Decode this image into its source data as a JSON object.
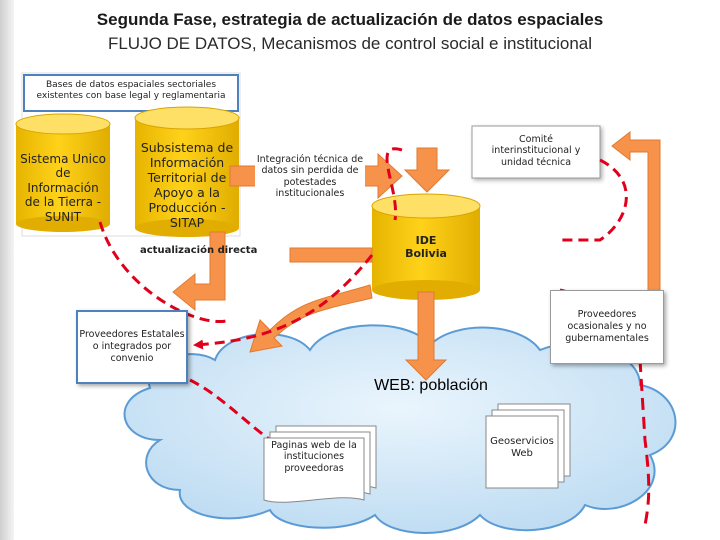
{
  "title": "Segunda Fase, estrategia de actualización de datos espaciales",
  "subtitle": "FLUJO DE DATOS, Mecanismos de control social e institucional",
  "sources_label": "Bases de datos espaciales sectoriales existentes con base legal y reglamentaria",
  "sunit_label": "Sistema Unico de Información de la Tierra - SUNIT",
  "sitap_label": "Subsistema de Información Territorial de Apoyo a la Producción - SITAP",
  "integration_label": "Integración técnica de datos sin perdida de potestades institucionales",
  "direct_update_label": "actualización directa",
  "committee_label": "Comité interinstitucional y unidad técnica",
  "ide_label": "IDE Bolivia",
  "state_providers_label": "Proveedores Estatales o integrados por convenio",
  "occasional_providers_label": "Proveedores ocasionales y no gubernamentales",
  "web_label": "WEB: población",
  "web_pages_label": "Paginas web de la instituciones proveedoras",
  "geoservices_label": "Geoservicios Web",
  "colors": {
    "cylinder": "#f5c400",
    "arrow": "#f7924a",
    "dashed": "#e0001b",
    "cloud": "#c7e2f5",
    "panel_border": "#4f81bd"
  }
}
